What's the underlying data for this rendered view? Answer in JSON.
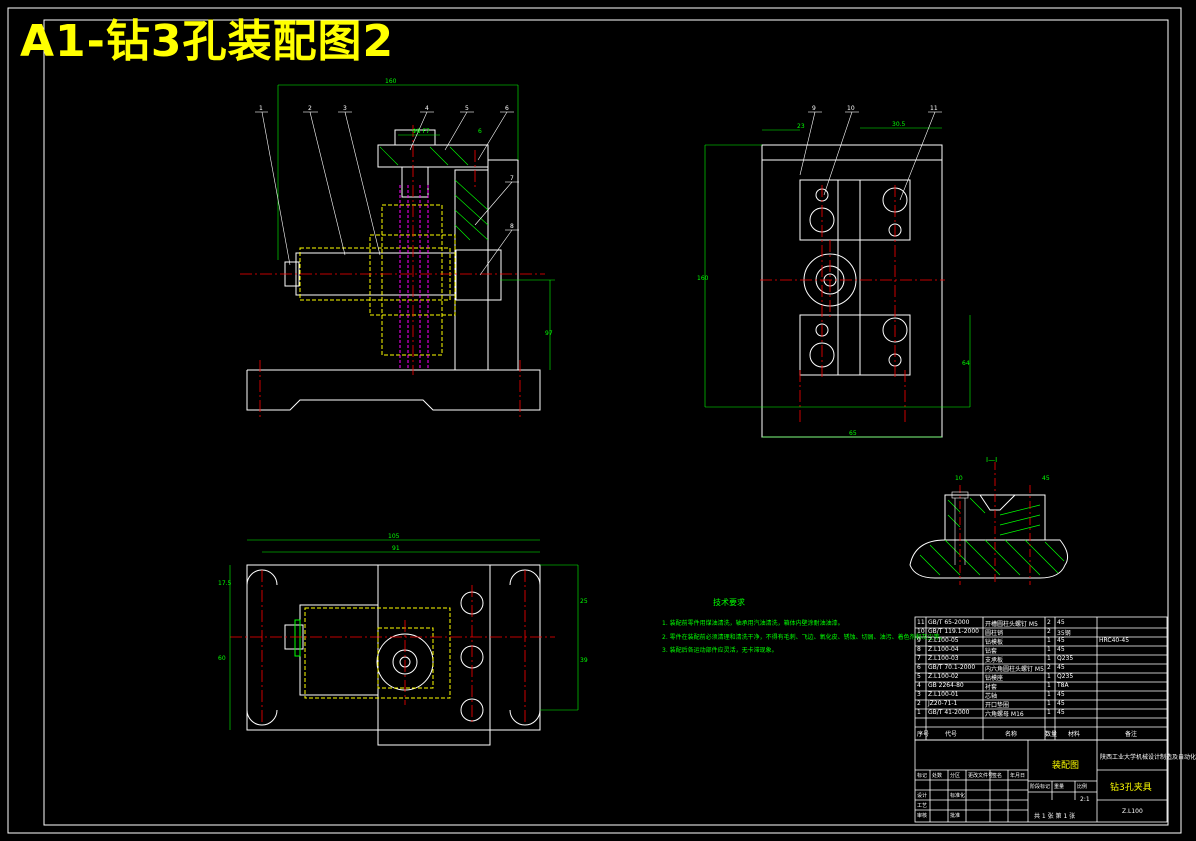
{
  "title": "A1-钻3孔装配图2",
  "colors": {
    "background": "#000000",
    "outline": "#ffffff",
    "center_line": "#ff0000",
    "hidden_line": "#ff00ff",
    "dimension": "#00ff00",
    "hatch": "#00ff00",
    "hidden_part": "#ffff00",
    "title_text": "#ffff00"
  },
  "front_view": {
    "dims": {
      "overall": "160",
      "height": "97",
      "thread_spec": "Φ8 F7",
      "bolt_head": "6"
    },
    "balloons": [
      "1",
      "2",
      "3",
      "4",
      "5",
      "6",
      "7",
      "8"
    ]
  },
  "side_view": {
    "dims": {
      "top_left": "23",
      "top_right": "30.5",
      "width": "65",
      "height": "160",
      "right_height": "64"
    },
    "balloons": [
      "9",
      "10",
      "11"
    ]
  },
  "top_view": {
    "dims": {
      "length_outer": "105",
      "length_inner": "91",
      "left_top": "17.5",
      "left_height": "60",
      "right_top": "25",
      "right_height": "39"
    }
  },
  "section_view": {
    "label": "I—I",
    "dims": {
      "left": "10",
      "right": "45"
    }
  },
  "notes": {
    "title": "技术要求",
    "lines": [
      "1. 装配前零件用煤油清洗，轴承用汽油清洗，箱体内壁涂耐油油漆。",
      "2. 零件在装配前必须清理和清洗干净，不得有毛刺、飞边、氧化皮、锈蚀、切屑、油污、着色剂和灰尘等。",
      "3. 装配后各运动部件应灵活，无卡滞现象。"
    ]
  },
  "bom": {
    "rows": [
      [
        "11",
        "GB/T 65-2000",
        "开槽圆柱头螺钉 M5",
        "2",
        "45",
        ""
      ],
      [
        "10",
        "GB/T 119.1-2000",
        "圆柱销",
        "2",
        "35钢",
        ""
      ],
      [
        "9",
        "Z.L100-05",
        "钻模板",
        "1",
        "45",
        "HRC40-45"
      ],
      [
        "8",
        "Z.L100-04",
        "钻套",
        "1",
        "45",
        ""
      ],
      [
        "7",
        "Z.L100-03",
        "支承板",
        "1",
        "Q235",
        ""
      ],
      [
        "6",
        "GB/T 70.1-2000",
        "内六角圆柱头螺钉 M5",
        "2",
        "45",
        ""
      ],
      [
        "5",
        "Z.L100-02",
        "钻模座",
        "1",
        "Q235",
        ""
      ],
      [
        "4",
        "GB 2264-80",
        "衬套",
        "1",
        "T8A",
        ""
      ],
      [
        "3",
        "Z.L100-01",
        "芯轴",
        "1",
        "45",
        ""
      ],
      [
        "2",
        "JZ20-71-1",
        "开口垫圈",
        "1",
        "45",
        ""
      ],
      [
        "1",
        "GB/T 41-2000",
        "六角螺母 M16",
        "1",
        "45",
        ""
      ]
    ],
    "header": [
      "序号",
      "代号",
      "名称",
      "数量",
      "材料",
      "备注"
    ]
  },
  "title_block": {
    "drawing_type": "装配图",
    "school": "陕西工业大学机械设计制造及自动化",
    "part_name": "钻3孔夹具",
    "drawing_no": "Z.L100",
    "scale": "2:1",
    "sheet": "共 1 张  第 1 张",
    "labels": [
      "标记",
      "处数",
      "分区",
      "更改文件号",
      "签名",
      "年月日",
      "设计",
      "审核",
      "工艺",
      "标准化",
      "批准",
      "阶段标记",
      "重量",
      "比例"
    ]
  }
}
